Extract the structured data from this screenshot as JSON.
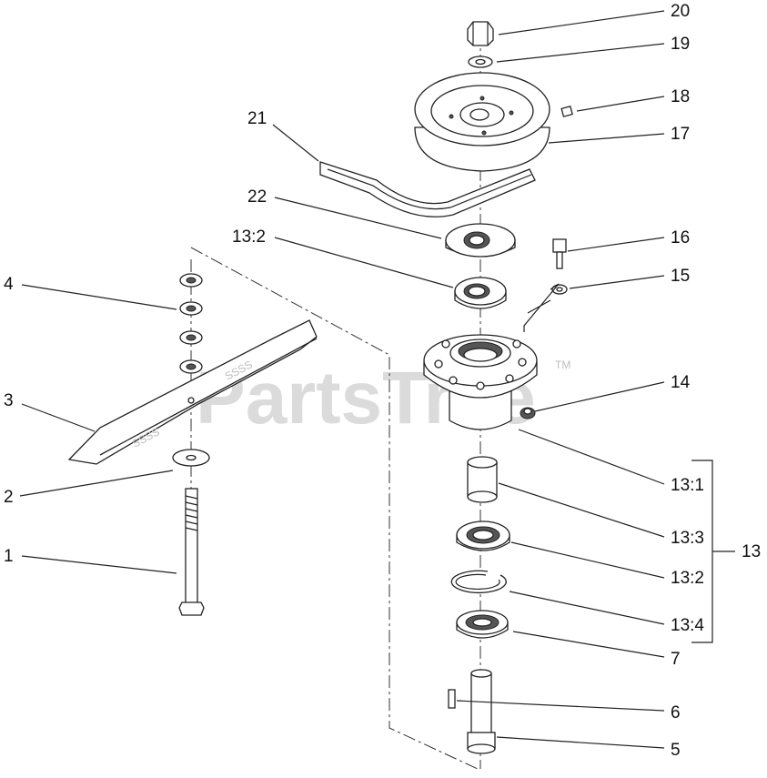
{
  "watermark": {
    "text": "PartsTree",
    "trademark": "TM"
  },
  "callouts": {
    "c1": "1",
    "c2": "2",
    "c3": "3",
    "c4": "4",
    "c5": "5",
    "c6": "6",
    "c7": "7",
    "c13": "13",
    "c13_1": "13:1",
    "c13_2_upper": "13:2",
    "c13_2_lower": "13:2",
    "c13_3": "13:3",
    "c13_4": "13:4",
    "c14": "14",
    "c15": "15",
    "c16": "16",
    "c17": "17",
    "c18": "18",
    "c19": "19",
    "c20": "20",
    "c21": "21",
    "c22": "22"
  },
  "blade_stamp": {
    "top": "SSSS",
    "bottom": "SSSS"
  }
}
